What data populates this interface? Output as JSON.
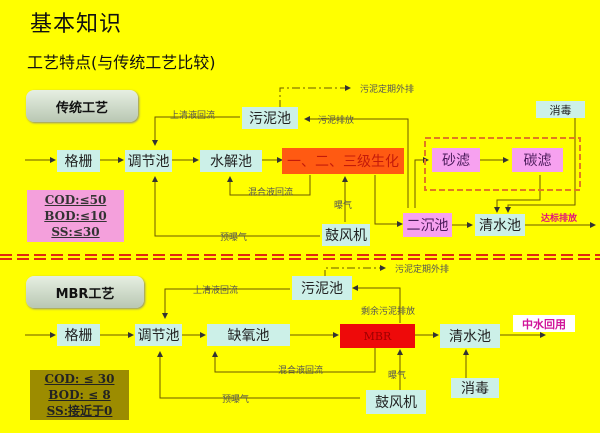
{
  "header": {
    "title": "基本知识",
    "subtitle": "工艺特点(与传统工艺比较)"
  },
  "traditional": {
    "tag": "传统工艺",
    "boxes": {
      "screen": "格栅",
      "equalization": "调节池",
      "hydrolysis": "水解池",
      "biochem": "一、二、三级生化",
      "sludge_tank": "污泥池",
      "blower": "鼓风机",
      "secondary_clarifier": "二沉池",
      "sand_filter": "砂滤",
      "carbon_filter": "碳滤",
      "clear_tank": "清水池",
      "disinfection": "消毒"
    },
    "labels": {
      "supernatant_return": "上清液回流",
      "sludge_periodic_discharge": "污泥定期外排",
      "sludge_discharge": "污泥排放",
      "mixed_liquor_return": "混合液回流",
      "pre_aeration": "预曝气",
      "aeration": "曝气",
      "compliant_discharge": "达标排放"
    },
    "specs": [
      "COD:≤50",
      "BOD:≤10",
      "SS:≤30"
    ]
  },
  "mbr": {
    "tag": "MBR工艺",
    "boxes": {
      "screen": "格栅",
      "equalization": "调节池",
      "anoxic": "缺氧池",
      "mbr": "MBR",
      "sludge_tank": "污泥池",
      "blower": "鼓风机",
      "clear_tank": "清水池",
      "disinfection": "消毒",
      "reuse": "中水回用"
    },
    "labels": {
      "supernatant_return": "上清液回流",
      "sludge_periodic_discharge": "污泥定期外排",
      "excess_sludge_discharge": "剩余污泥排放",
      "mixed_liquor_return": "混合液回流",
      "pre_aeration": "预曝气",
      "aeration": "曝气"
    },
    "specs": [
      "COD: ≤ 30",
      "BOD: ≤ 8",
      "SS:接近于0"
    ]
  },
  "colors": {
    "background": "#ffff00",
    "box_default": "#ccf0e8",
    "biochem": "#ff5a12",
    "pink": "#f7a1f0",
    "mbr": "#ee0a0a",
    "divider": "#e02a10"
  }
}
